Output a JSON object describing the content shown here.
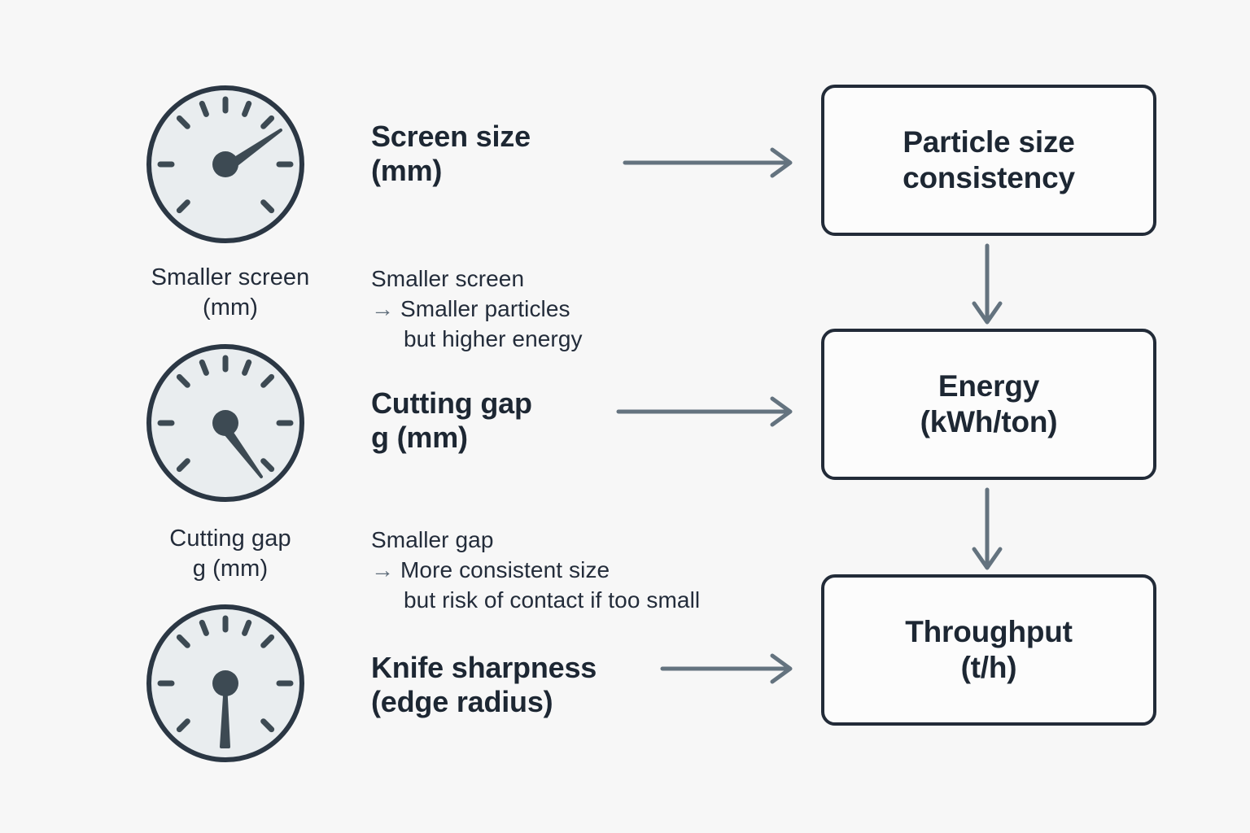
{
  "theme": {
    "background": "#f7f7f7",
    "ink": "#1d2733",
    "box_border": "#222b38",
    "box_fill": "#fcfcfc",
    "arrow": "#64737f",
    "gauge_face": "#e9edef",
    "gauge_rim": "#2b3744",
    "gauge_needle": "#3d4a53",
    "gauge_tick": "#3d4a53"
  },
  "parameters": [
    {
      "gauge_name": "screen-size-gauge",
      "caption": "Smaller screen\n(mm)",
      "caption_line1": "Smaller screen",
      "caption_line2": "(mm)",
      "heading_line1": "Screen size",
      "heading_line2": "(mm)",
      "needle_angle_deg": -31
    },
    {
      "gauge_name": "cutting-gap-gauge",
      "caption_line1": "Cutting gap",
      "caption_line2": "g (mm)",
      "heading_line1": "Cutting gap",
      "heading_line2": "g (mm)",
      "needle_angle_deg": 58
    },
    {
      "gauge_name": "knife-sharpness-gauge",
      "caption_line1": "",
      "caption_line2": "",
      "heading_line1": "Knife sharpness",
      "heading_line2": "(edge radius)",
      "needle_angle_deg": 90
    }
  ],
  "notes": [
    {
      "line1": "Smaller screen",
      "arrow": "→",
      "line2": "Smaller particles",
      "line3": "but higher energy"
    },
    {
      "line1": "Smaller gap",
      "arrow": "→",
      "line2": "More consistent size",
      "line3": "but risk of contact if too small"
    }
  ],
  "outcomes": [
    {
      "line1": "Particle size",
      "line2": "consistency"
    },
    {
      "line1": "Energy",
      "line2": "(kWh/ton)"
    },
    {
      "line1": "Throughput",
      "line2": "(t/h)"
    }
  ],
  "connectors": {
    "param_to_outcome_1": "arrow-right",
    "param_to_outcome_2": "arrow-right",
    "param_to_outcome_3": "arrow-right",
    "outcome_1_to_2": "arrow-down",
    "outcome_2_to_3": "arrow-down"
  }
}
